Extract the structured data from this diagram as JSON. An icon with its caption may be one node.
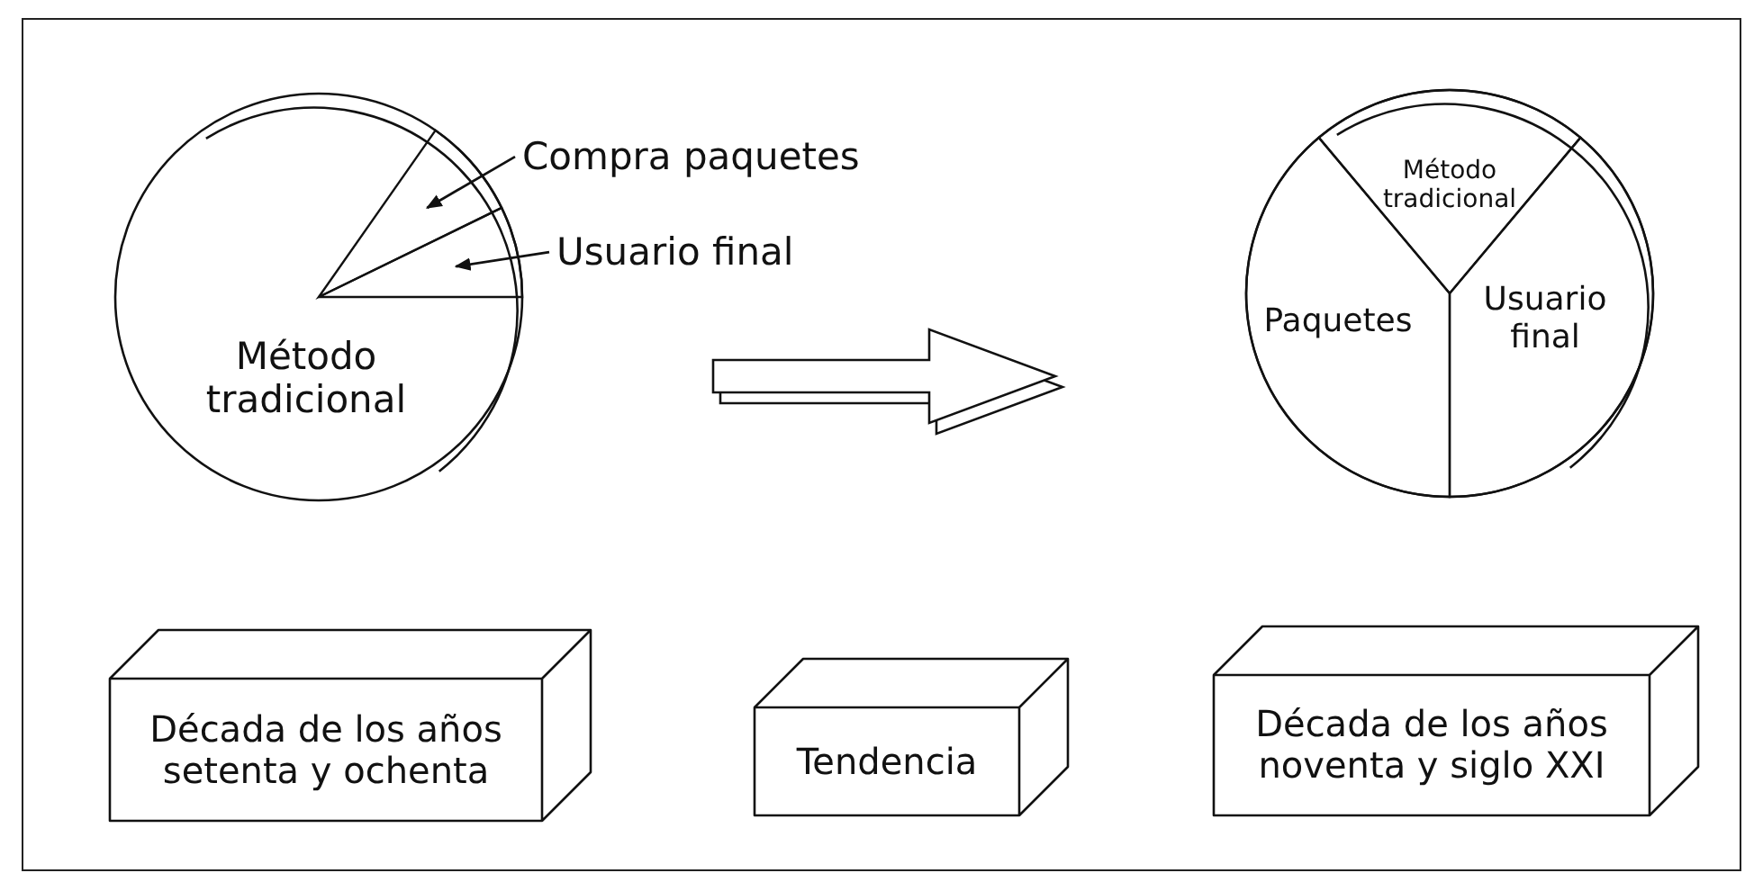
{
  "diagram": {
    "nodes": [
      {
        "text": [
          "Método tradicional"
        ]
      },
      {
        "text": [
          "Compra paquetes"
        ]
      },
      {
        "text": [
          "Usuario final"
        ]
      },
      {
        "text": [],
        "shape": "wedge",
        "in": 0
      },
      {
        "text": [],
        "shape": "wedge",
        "in": 0
      },
      {
        "text": [],
        "shape": "circle"
      },
      {
        "text": [
          "Método tradicional"
        ],
        "in": 5
      },
      {
        "text": [
          "Paquetes"
        ],
        "in": 5
      },
      {
        "text": [
          "Usuario final"
        ],
        "in": 5
      },
      {
        "text": [
          "Década de los años setenta y ochenta"
        ]
      },
      {
        "text": [
          "Tendencia"
        ]
      },
      {
        "text": [
          "Década de los años noventa y siglo XXI"
        ]
      }
    ],
    "edges": [
      {
        "from": 1,
        "to": 3,
        "arrow": "to"
      },
      {
        "from": 2,
        "to": 4,
        "arrow": "to"
      },
      {
        "from": 0,
        "to": 5,
        "arrow": "to",
        "style": "thick"
      }
    ]
  }
}
